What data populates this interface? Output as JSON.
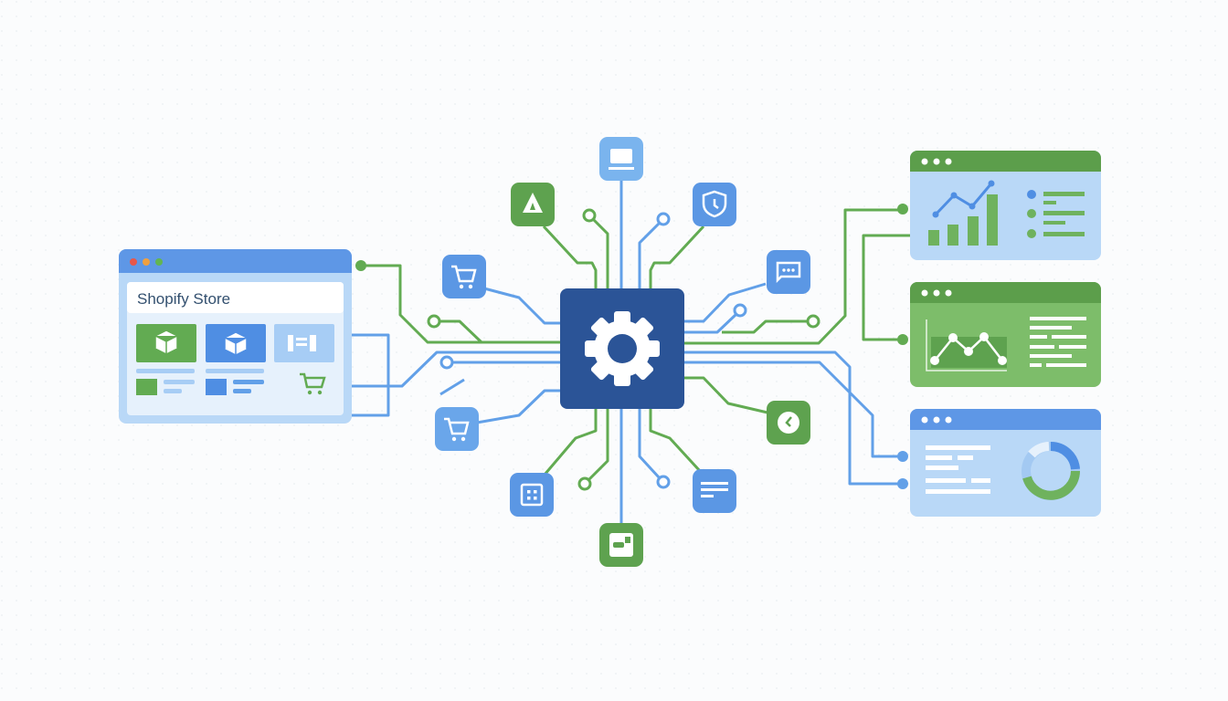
{
  "store_panel": {
    "title": "Shopify Store",
    "window_dots": [
      "#e8574a",
      "#f0a040",
      "#62b552"
    ]
  },
  "hub": {
    "icon": "gear-icon"
  },
  "nodes": [
    "monitor-icon",
    "tent-icon",
    "shield-clock-icon",
    "cart-icon",
    "chat-icon",
    "cart-icon",
    "refresh-icon",
    "grid-icon",
    "list-icon",
    "transfer-icon"
  ],
  "dashboards": [
    "bar-line-chart-dashboard",
    "area-line-chart-dashboard",
    "donut-chart-dashboard"
  ],
  "colors": {
    "green": "#62ab52",
    "blue": "#62a0e8",
    "hub": "#2b5497",
    "light_blue": "#b9d8f7"
  }
}
